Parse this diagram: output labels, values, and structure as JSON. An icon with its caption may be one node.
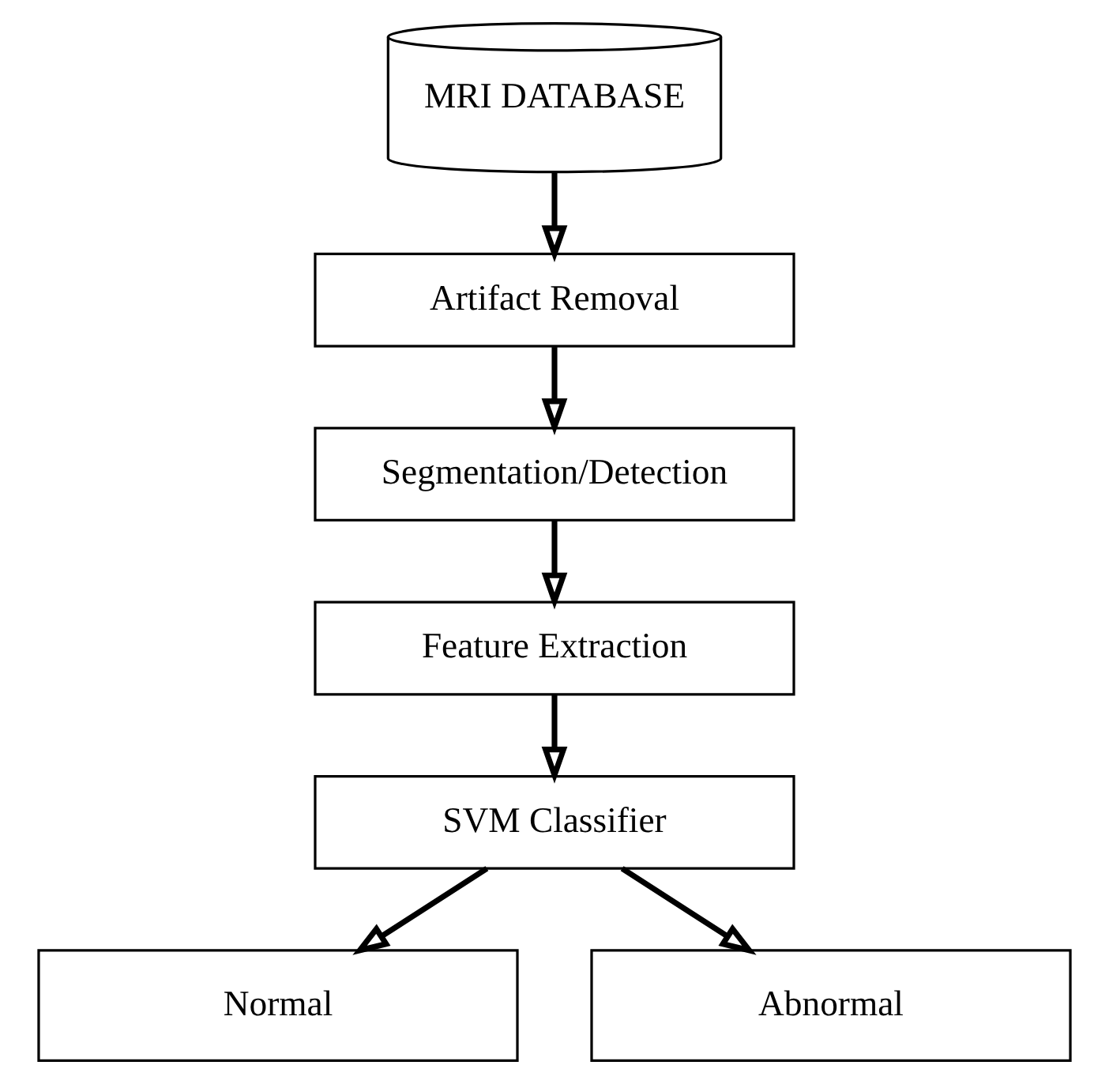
{
  "diagram": {
    "nodes": [
      {
        "text": [
          "MRI DATABASE"
        ]
      },
      {
        "text": [
          "Artifact Removal"
        ]
      },
      {
        "text": [
          "Segmentation/Detection"
        ]
      },
      {
        "text": [
          "Feature Extraction"
        ]
      },
      {
        "text": [
          "SVM Classifier"
        ]
      },
      {
        "text": [
          "Normal"
        ]
      },
      {
        "text": [
          "Abnormal"
        ]
      }
    ],
    "edges": [
      {
        "from": 0,
        "to": 1,
        "arrow": "to"
      },
      {
        "from": 1,
        "to": 2,
        "arrow": "to"
      },
      {
        "from": 2,
        "to": 3,
        "arrow": "to"
      },
      {
        "from": 3,
        "to": 4,
        "arrow": "to"
      },
      {
        "from": 4,
        "to": 5,
        "arrow": "to"
      },
      {
        "from": 4,
        "to": 6,
        "arrow": "to"
      }
    ]
  }
}
